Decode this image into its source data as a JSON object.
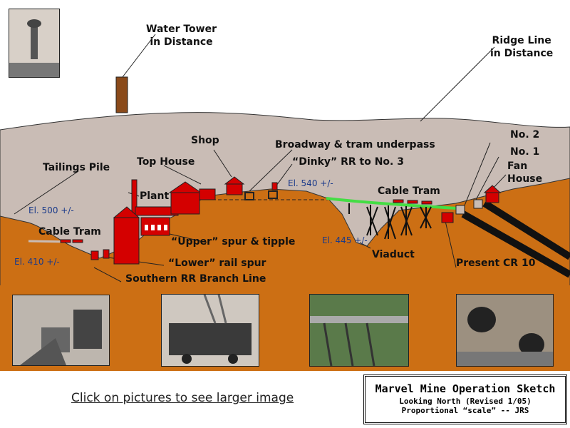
{
  "labels": {
    "water_tower": "Water Tower\nin Distance",
    "ridge_line": "Ridge Line\nin Distance",
    "shop": "Shop",
    "broadway": "Broadway & tram underpass",
    "dinky": "“Dinky” RR to No. 3",
    "no2": "No. 2",
    "no1": "No. 1",
    "fan_house": "Fan\nHouse",
    "tailings": "Tailings Pile",
    "top_house": "Top House",
    "plant": "Plant",
    "cable_tram_left": "Cable Tram",
    "cable_tram_right": "Cable Tram",
    "upper_spur": "“Upper” spur & tipple",
    "lower_spur": "“Lower” rail spur",
    "southern_rr": "Southern RR Branch Line",
    "viaduct": "Viaduct",
    "present_cr10": "Present CR 10"
  },
  "elevations": {
    "el500": "El. 500 +/-",
    "el410": "El. 410 +/-",
    "el540": "El. 540 +/-",
    "el445": "El. 445 +/-"
  },
  "instruction": "Click on pictures to see larger image",
  "title_block": {
    "title": "Marvel Mine Operation Sketch",
    "line2": "Looking North (Revised 1/05)",
    "line3": "Proportional “scale” -- JRS"
  },
  "colors": {
    "ground": "#cc6f14",
    "sky_ridge": "#c9bcb5",
    "building_red": "#d40000",
    "tram_green": "#44dd44",
    "label_line": "#222222"
  }
}
